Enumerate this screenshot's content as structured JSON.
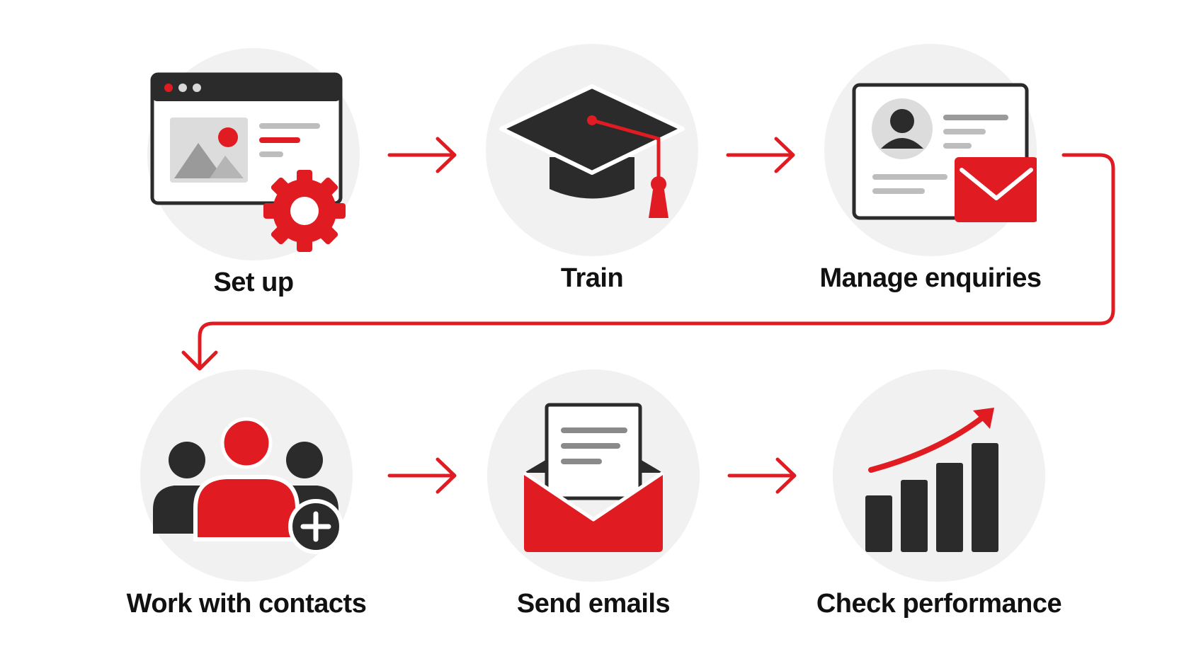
{
  "colors": {
    "accent": "#e11b22",
    "dark": "#2b2b2b",
    "circle": "#f1f1f1",
    "text": "#111111"
  },
  "steps": [
    {
      "label": "Set up",
      "icon": "browser-settings-icon"
    },
    {
      "label": "Train",
      "icon": "graduation-cap-icon"
    },
    {
      "label": "Manage enquiries",
      "icon": "contact-card-mail-icon"
    },
    {
      "label": "Work with contacts",
      "icon": "add-contacts-icon"
    },
    {
      "label": "Send emails",
      "icon": "open-envelope-icon"
    },
    {
      "label": "Check performance",
      "icon": "growth-chart-icon"
    }
  ]
}
